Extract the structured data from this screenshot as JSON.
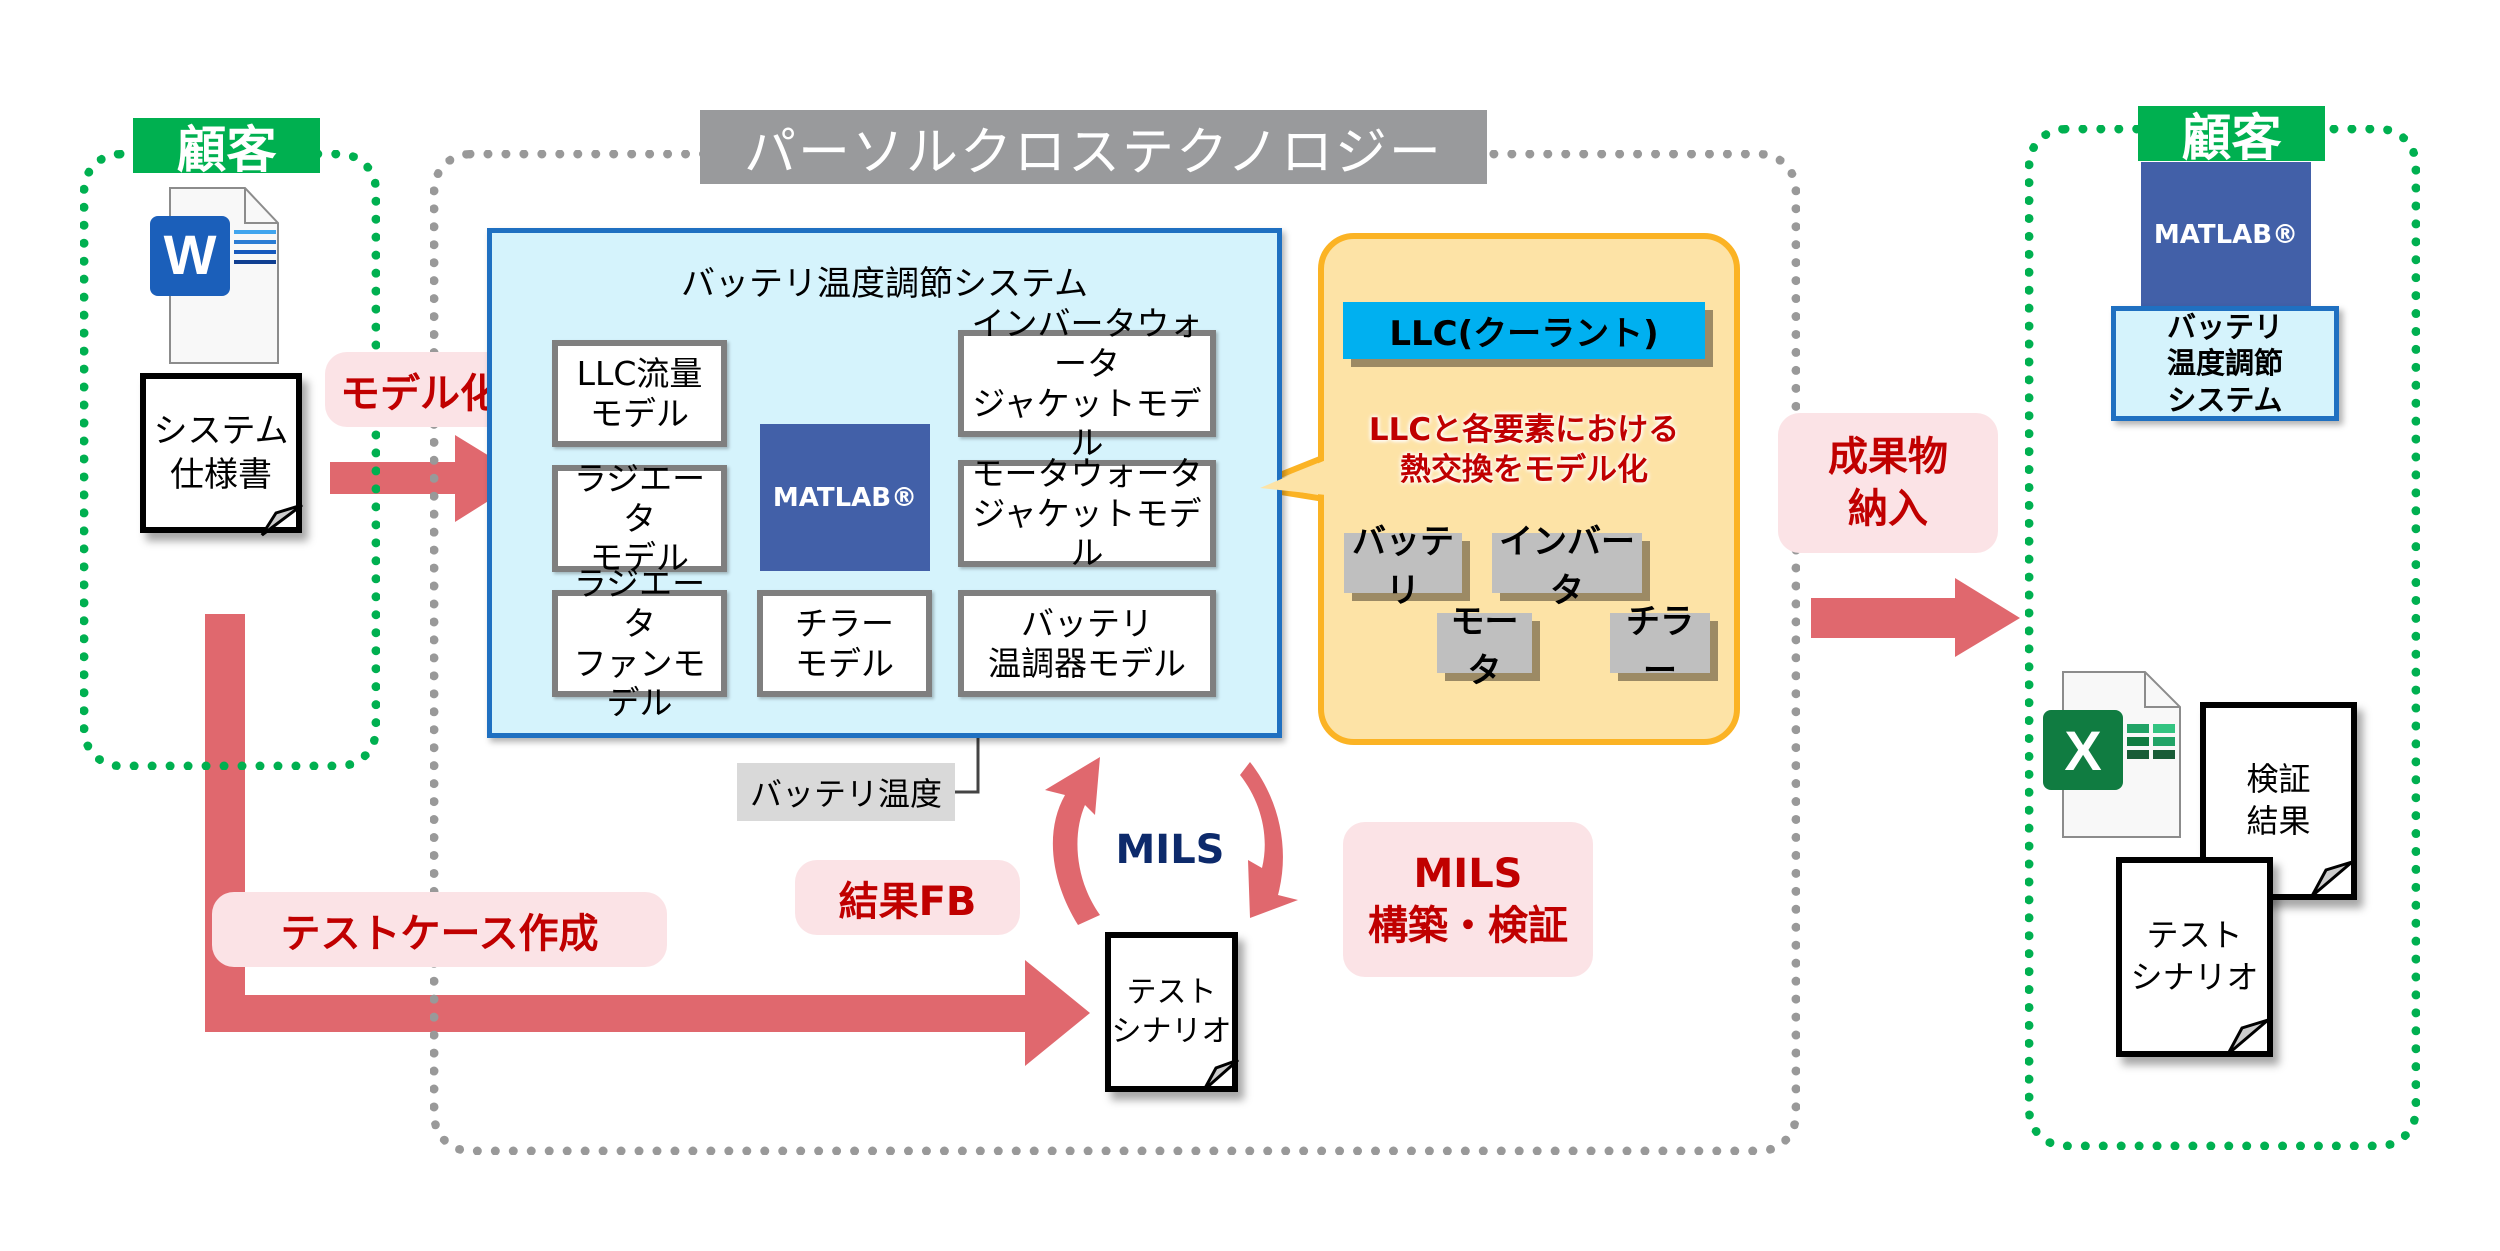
{
  "customer_left": {
    "label": "顧客",
    "word_icon": "word-document-icon",
    "spec_doc": "システム\n仕様書"
  },
  "company": {
    "label": "パーソルクロステクノロジー",
    "system_box": {
      "title": "バッテリ温度調節システム",
      "models": [
        "LLC流量\nモデル",
        "ラジエータ\nモデル",
        "ラジエータ\nファンモデル",
        "チラー\nモデル",
        "インバータウォータ\nジャケットモデル",
        "モータウォータ\nジャケットモデル",
        "バッテリ\n温調器モデル"
      ],
      "matlab_label": "MATLAB®"
    },
    "callout": {
      "coolant_label": "LLC(クーラント)",
      "description": "LLCと各要素における\n熱交換をモデル化",
      "elements": [
        "バッテリ",
        "インバータ",
        "モータ",
        "チラー"
      ]
    },
    "battery_temp_label": "バッテリ温度",
    "mils_label": "MILS",
    "result_fb_tag": "結果FB",
    "mils_build_tag": "MILS\n構築・検証",
    "test_scenario_doc": "テスト\nシナリオ"
  },
  "flow_tags": {
    "modeling": "モデル化",
    "test_case_creation": "テストケース作成",
    "delivery": "成果物\n納入"
  },
  "customer_right": {
    "label": "顧客",
    "matlab_label": "MATLAB®",
    "system_box": "バッテリ\n温度調節\nシステム",
    "excel_icon": "excel-document-icon",
    "verification_doc": "検証\n結果",
    "test_scenario_doc": "テスト\nシナリオ"
  },
  "colors": {
    "customer_green": "#00b050",
    "company_gray": "#999a9c",
    "arrow_red": "#e0686e",
    "tag_text_red": "#c00000",
    "tag_bg_pink": "#fbe3e6",
    "system_bg": "#d5f3fc",
    "system_border": "#1f70c1",
    "callout_bg": "#fde3a6",
    "callout_border": "#fbb324",
    "coolant_blue": "#00b0f0",
    "matlab_blue": "#4260a8",
    "mils_navy": "#0d2a6b"
  }
}
